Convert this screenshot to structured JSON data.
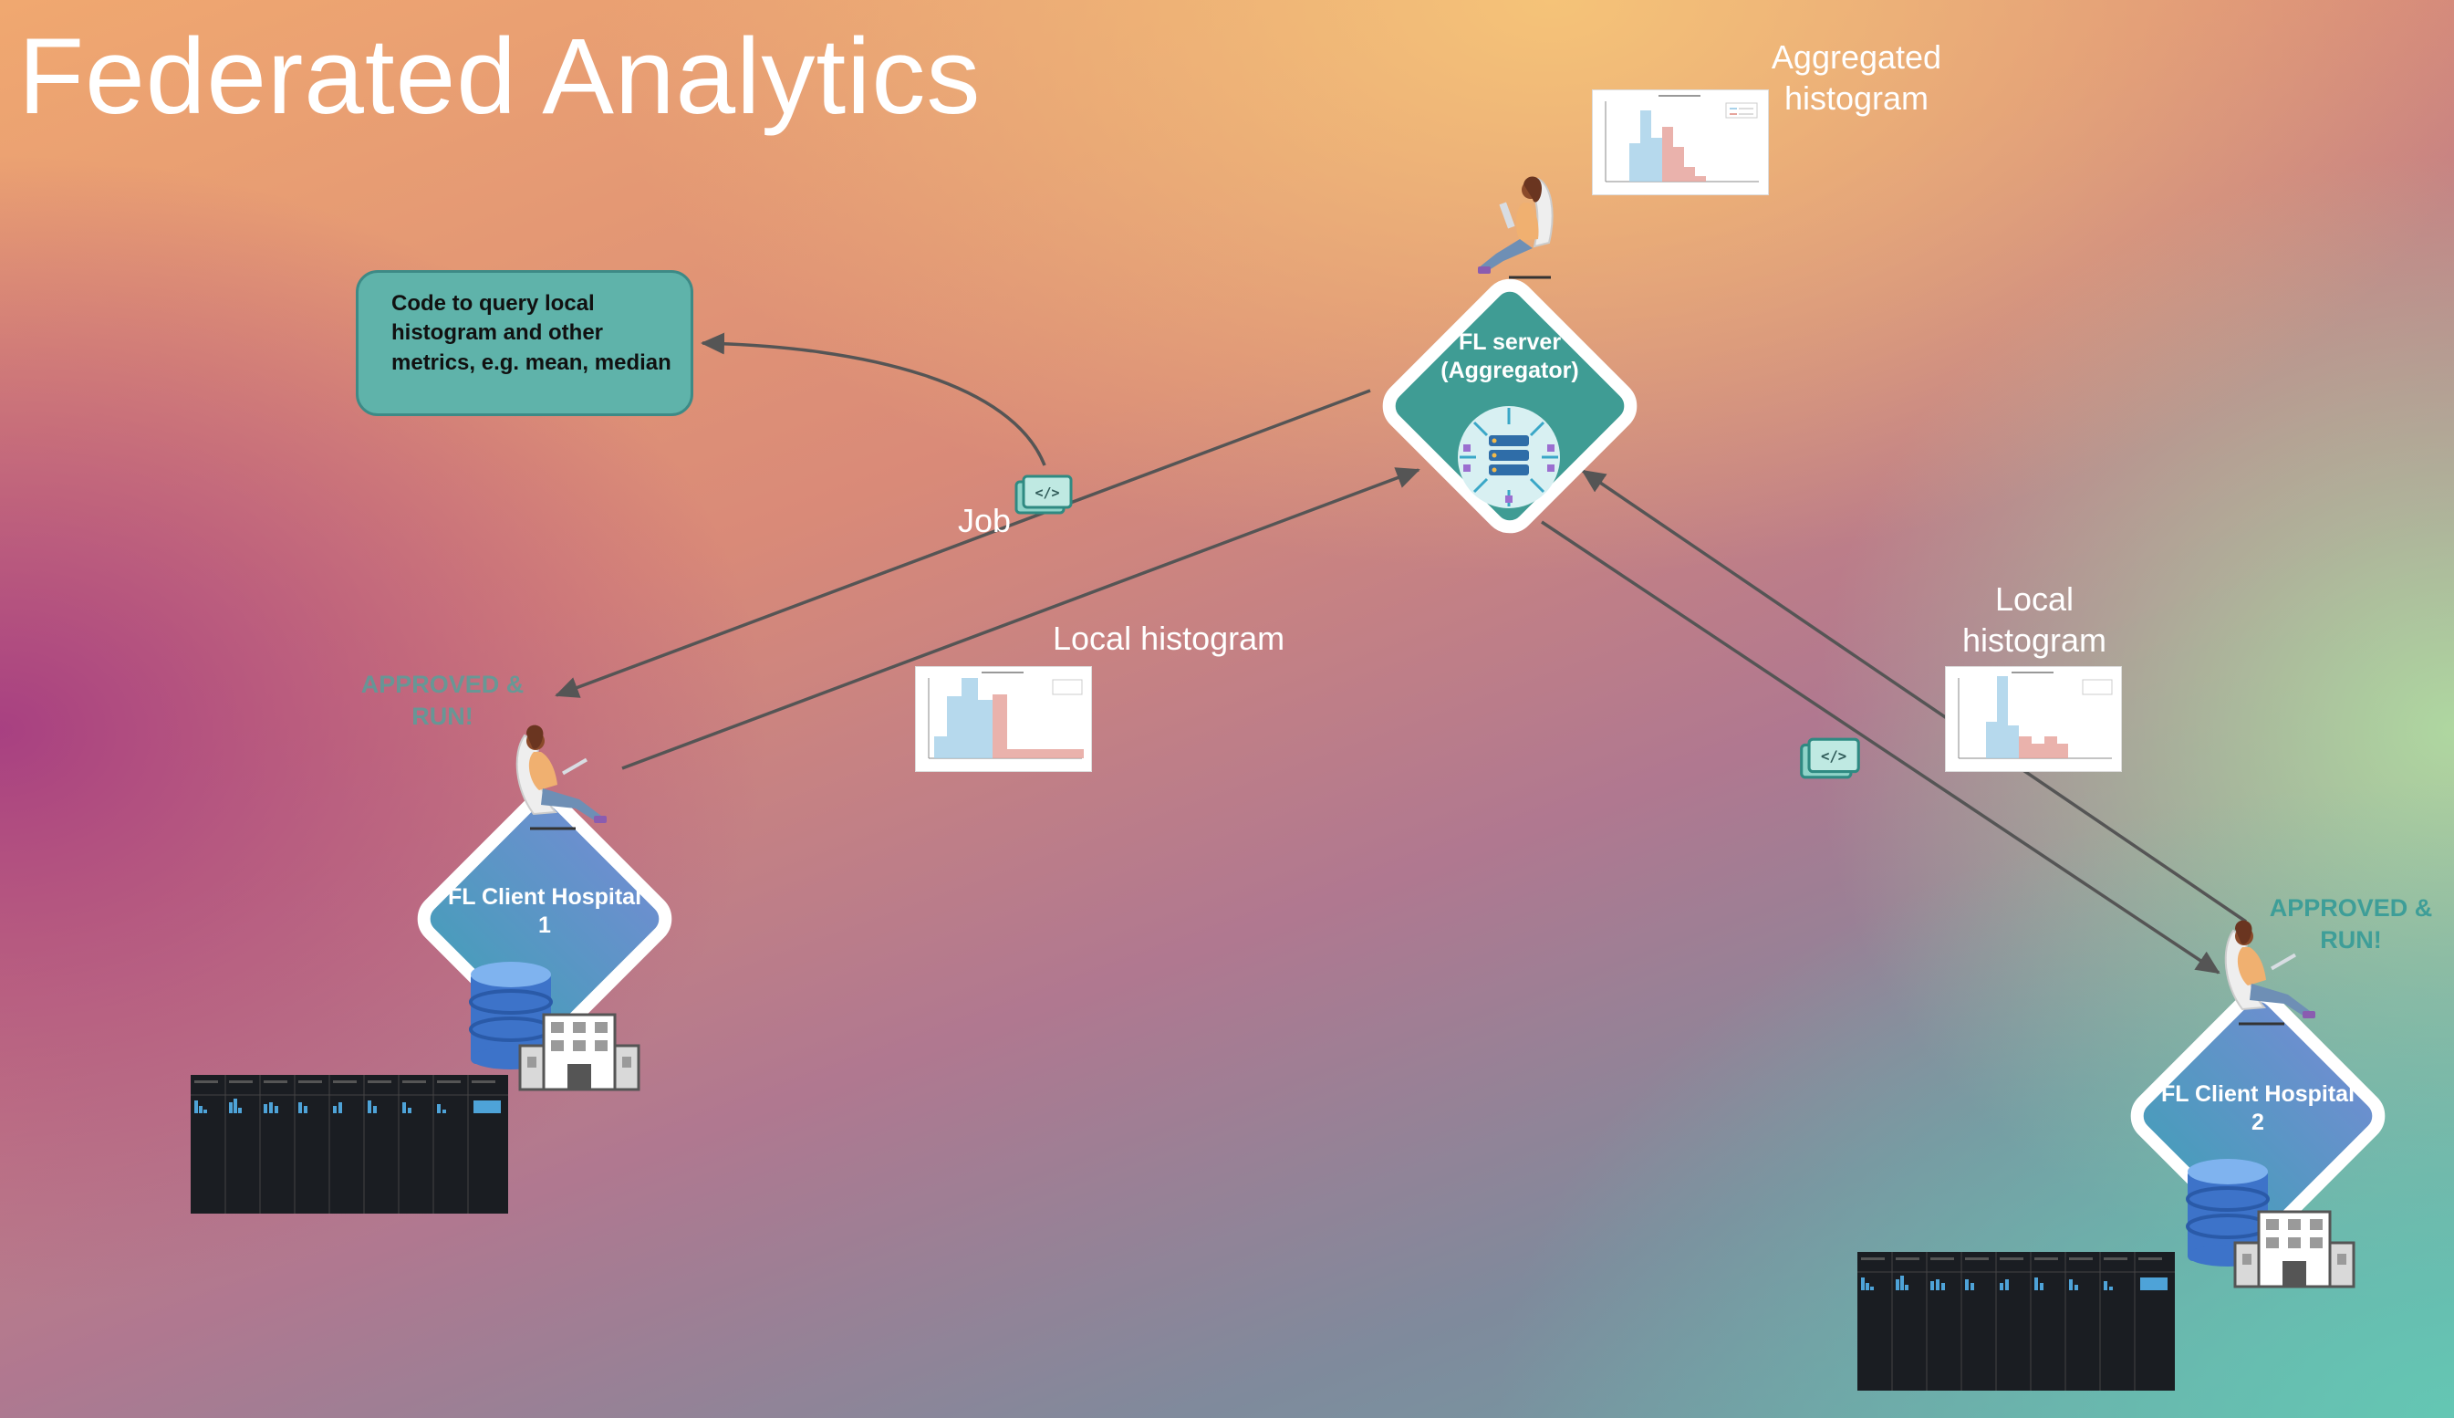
{
  "title": "Federated Analytics",
  "note": "Code to query local histogram and other metrics, e.g. mean, median",
  "labels": {
    "job": "Job",
    "aggregated": "Aggregated histogram",
    "local_left": "Local histogram",
    "local_right": "Local histogram"
  },
  "nodes": {
    "server": "FL server (Aggregator)",
    "client1": "FL Client Hospital 1",
    "client2": "FL Client Hospital 2"
  },
  "approvals": {
    "client1": "APPROVED & RUN!",
    "client2": "APPROVED & RUN!"
  },
  "icons": {
    "code": "code-folder-icon",
    "server": "server-network-icon",
    "database": "database-icon",
    "hospital": "hospital-building-icon",
    "person": "person-laptop-icon"
  },
  "colors": {
    "server_node": "#3f9c94",
    "client_node": "#5a93c6",
    "note_bg": "#5fb3aa",
    "approved_text": "#3e9e98",
    "hist_blue": "#a9d2ea",
    "hist_red": "#e6a59d"
  }
}
